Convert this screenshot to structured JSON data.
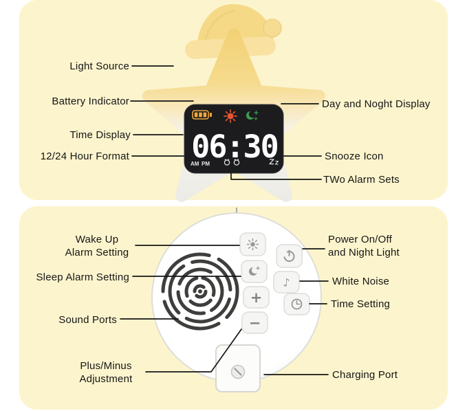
{
  "front": {
    "labels": {
      "light_source": "Light Source",
      "battery_indicator": "Battery Indicator",
      "time_display": "Time Display",
      "hour_format": "12/24 Hour Format",
      "day_night_display": "Day and Noght Display",
      "snooze_icon": "Snooze Icon",
      "two_alarm_sets": "TWo Alarm Sets"
    },
    "display": {
      "time": "06:30",
      "am": "AM",
      "pm": "PM"
    }
  },
  "back": {
    "labels": {
      "wake_up": "Wake Up\nAlarm Setting",
      "sleep_alarm": "Sleep Alarm Setting",
      "sound_ports": "Sound Ports",
      "plus_minus": "Plus/Minus\nAdjustment",
      "power": "Power On/Off\nand Night Light",
      "white_noise": "White Noise",
      "time_setting": "Time Setting",
      "charging_port": "Charging Port"
    },
    "buttons": {
      "plus": "+",
      "minus": "−",
      "note": "♪"
    }
  },
  "colors": {
    "panel_bg": "#FCF4CD",
    "label_text": "#151515",
    "callout_line": "#141414",
    "cap_yellow": "#F5D987",
    "star_yellow": "#F2D276",
    "display_bg": "#1C1C1F",
    "digit_white": "#FFFFFF",
    "battery_orange": "#F2A93B",
    "sun_red": "#E85430",
    "moon_green": "#3F9B4E",
    "back_body": "#FDFDFC",
    "button_bg": "#F5F5F3",
    "button_border": "#DCDCD8",
    "button_icon": "#98989A",
    "speaker_dark": "#3E3E3C"
  }
}
